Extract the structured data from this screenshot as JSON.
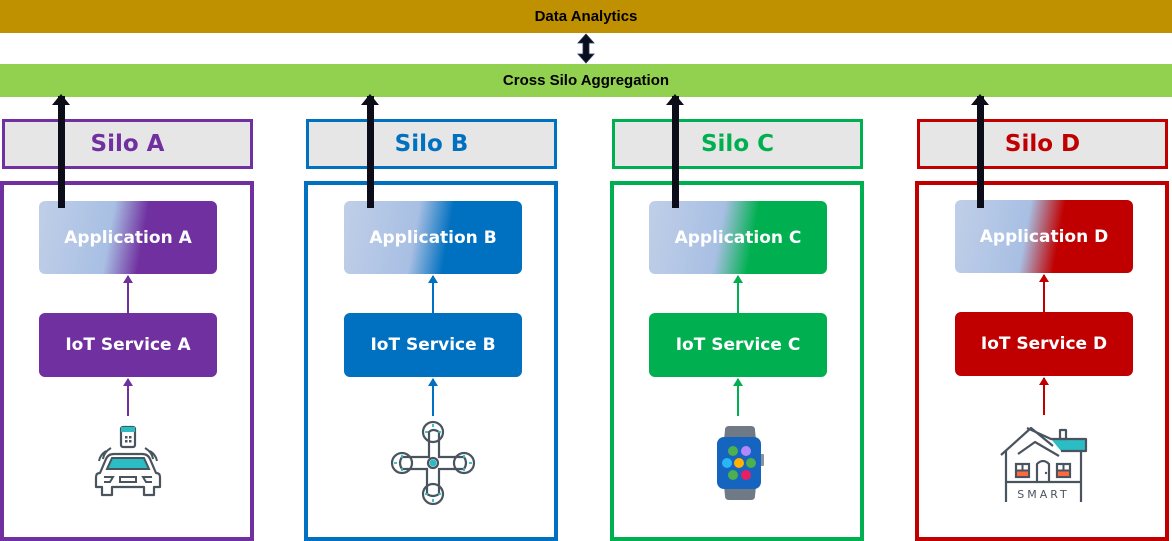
{
  "top_layer": {
    "label": "Data Analytics",
    "color": "#bf9000"
  },
  "aggregation_layer": {
    "label": "Cross Silo Aggregation",
    "color": "#92d050"
  },
  "connector": {
    "type": "bidirectional-arrow",
    "between": [
      "Data Analytics",
      "Cross Silo Aggregation"
    ]
  },
  "silos": [
    {
      "title": "Silo A",
      "color": "#7030a0",
      "application": "Application A",
      "service": "IoT Service A",
      "device_icon": "connected-car-icon"
    },
    {
      "title": "Silo B",
      "color": "#0070c0",
      "application": "Application B",
      "service": "IoT Service B",
      "device_icon": "drone-icon"
    },
    {
      "title": "Silo C",
      "color": "#00b050",
      "application": "Application C",
      "service": "IoT Service C",
      "device_icon": "smartwatch-icon"
    },
    {
      "title": "Silo D",
      "color": "#c00000",
      "application": "Application D",
      "service": "IoT Service D",
      "device_icon": "smart-home-icon"
    }
  ],
  "icons": {
    "smart_home_text": "SMART"
  }
}
